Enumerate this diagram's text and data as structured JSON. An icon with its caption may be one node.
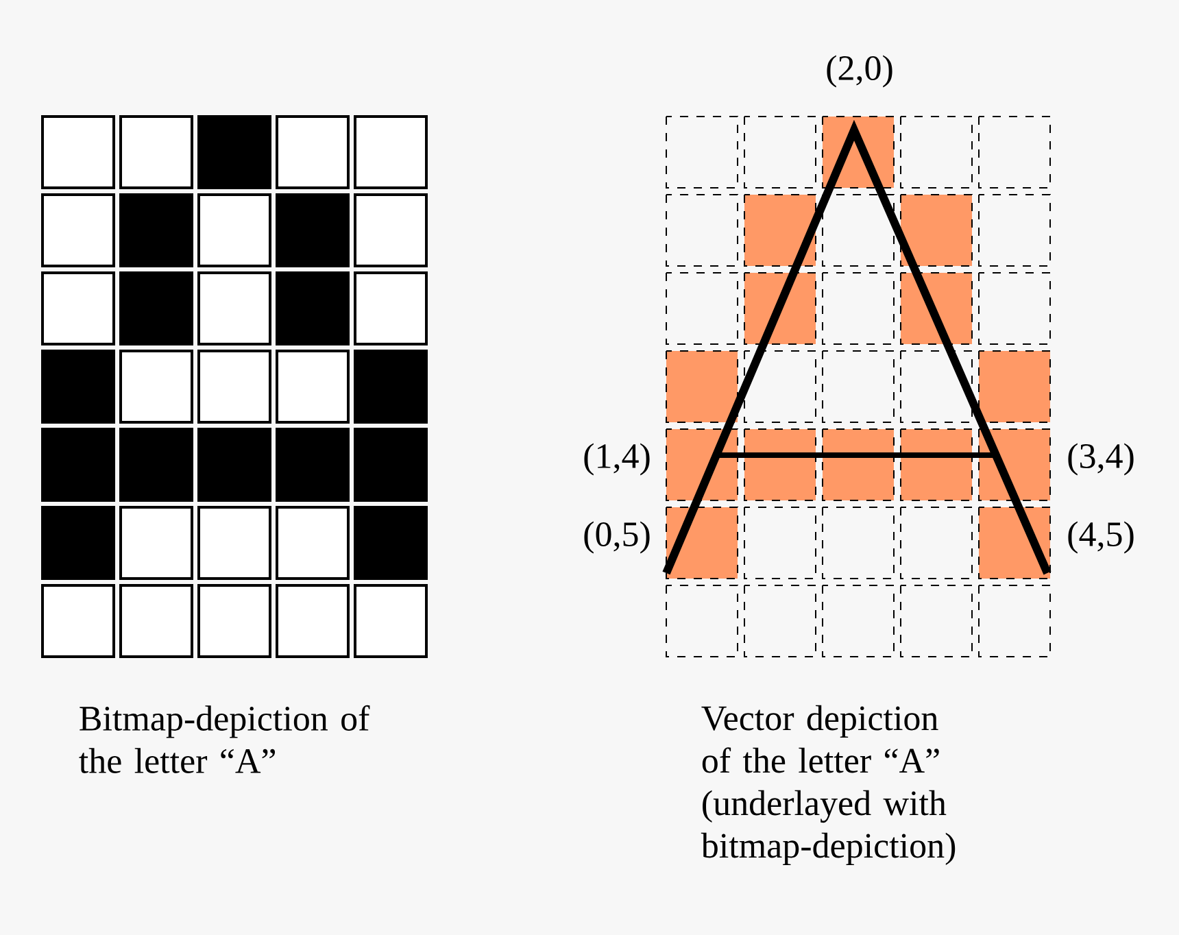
{
  "diagram": {
    "labels": [
      "(2,0)",
      "(1,4)",
      "(3,4)",
      "(0,5)",
      "(4,5)",
      "Bitmap-depiction of the letter “A”",
      "Vector depiction of the letter “A” (underlayed with bitmap-depiction)"
    ]
  }
}
